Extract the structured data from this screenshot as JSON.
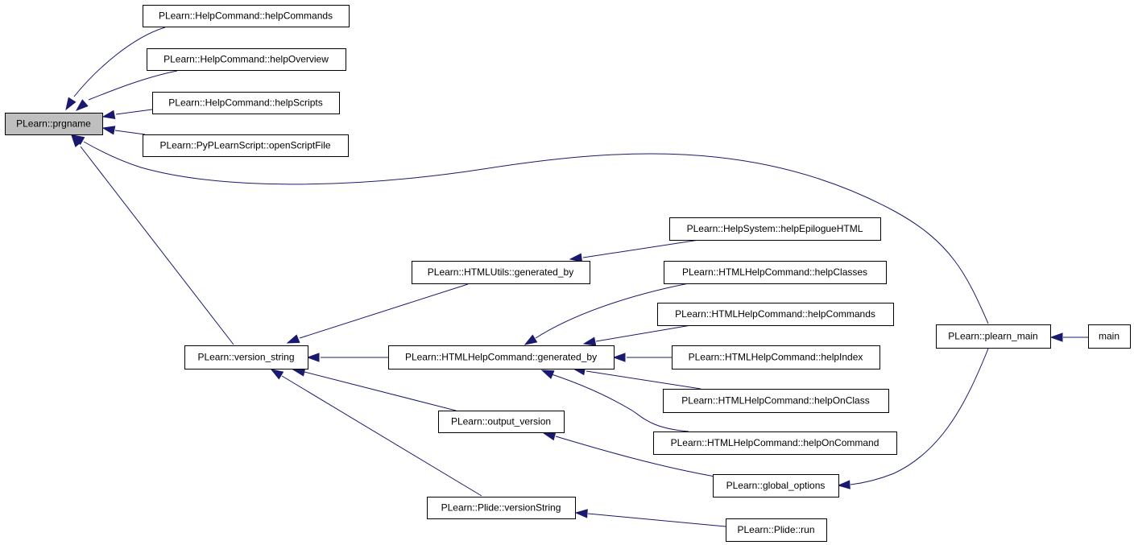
{
  "diagram": {
    "nodes": [
      {
        "id": "prgname",
        "label": "PLearn::prgname",
        "root": true
      },
      {
        "id": "helpCommands",
        "label": "PLearn::HelpCommand::helpCommands"
      },
      {
        "id": "helpOverview",
        "label": "PLearn::HelpCommand::helpOverview"
      },
      {
        "id": "helpScripts",
        "label": "PLearn::HelpCommand::helpScripts"
      },
      {
        "id": "openScriptFile",
        "label": "PLearn::PyPLearnScript::openScriptFile"
      },
      {
        "id": "version_string",
        "label": "PLearn::version_string"
      },
      {
        "id": "utils_generated_by",
        "label": "PLearn::HTMLUtils::generated_by"
      },
      {
        "id": "hhc_generated_by",
        "label": "PLearn::HTMLHelpCommand::generated_by"
      },
      {
        "id": "output_version",
        "label": "PLearn::output_version"
      },
      {
        "id": "versionString",
        "label": "PLearn::Plide::versionString"
      },
      {
        "id": "helpEpilogueHTML",
        "label": "PLearn::HelpSystem::helpEpilogueHTML"
      },
      {
        "id": "helpClasses",
        "label": "PLearn::HTMLHelpCommand::helpClasses"
      },
      {
        "id": "hhc_helpCommands",
        "label": "PLearn::HTMLHelpCommand::helpCommands"
      },
      {
        "id": "helpIndex",
        "label": "PLearn::HTMLHelpCommand::helpIndex"
      },
      {
        "id": "helpOnClass",
        "label": "PLearn::HTMLHelpCommand::helpOnClass"
      },
      {
        "id": "helpOnCommand",
        "label": "PLearn::HTMLHelpCommand::helpOnCommand"
      },
      {
        "id": "global_options",
        "label": "PLearn::global_options"
      },
      {
        "id": "plide_run",
        "label": "PLearn::Plide::run"
      },
      {
        "id": "plearn_main",
        "label": "PLearn::plearn_main"
      },
      {
        "id": "main",
        "label": "main"
      }
    ],
    "edges": [
      {
        "from": "helpCommands",
        "to": "prgname"
      },
      {
        "from": "helpOverview",
        "to": "prgname"
      },
      {
        "from": "helpScripts",
        "to": "prgname"
      },
      {
        "from": "openScriptFile",
        "to": "prgname"
      },
      {
        "from": "plearn_main",
        "to": "prgname"
      },
      {
        "from": "version_string",
        "to": "prgname"
      },
      {
        "from": "utils_generated_by",
        "to": "version_string"
      },
      {
        "from": "hhc_generated_by",
        "to": "version_string"
      },
      {
        "from": "output_version",
        "to": "version_string"
      },
      {
        "from": "versionString",
        "to": "version_string"
      },
      {
        "from": "helpEpilogueHTML",
        "to": "utils_generated_by"
      },
      {
        "from": "helpClasses",
        "to": "hhc_generated_by"
      },
      {
        "from": "hhc_helpCommands",
        "to": "hhc_generated_by"
      },
      {
        "from": "helpIndex",
        "to": "hhc_generated_by"
      },
      {
        "from": "helpOnClass",
        "to": "hhc_generated_by"
      },
      {
        "from": "helpOnCommand",
        "to": "hhc_generated_by"
      },
      {
        "from": "global_options",
        "to": "output_version"
      },
      {
        "from": "plide_run",
        "to": "versionString"
      },
      {
        "from": "global_options",
        "to": "plearn_main"
      },
      {
        "from": "main",
        "to": "plearn_main"
      }
    ]
  },
  "colors": {
    "edge": "#191970",
    "root_fill": "#bfbfbf",
    "node_fill": "#ffffff",
    "node_stroke": "#000000"
  }
}
